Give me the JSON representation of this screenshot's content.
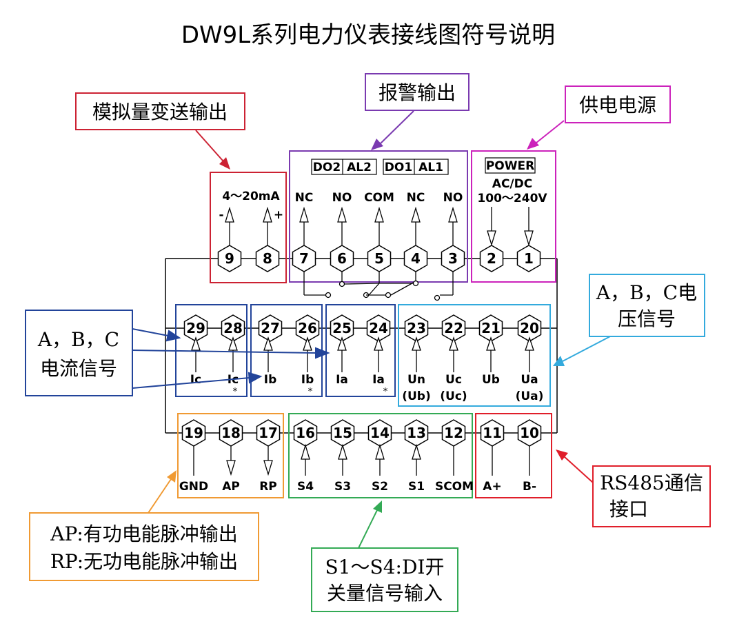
{
  "title": "DW9L系列电力仪表接线图符号说明",
  "colors": {
    "analog": "#cc2233",
    "alarm": "#7a3ab0",
    "power": "#cc22bb",
    "current": "#22449a",
    "voltage": "#33aadd",
    "pulse": "#f09a33",
    "di": "#33aa55",
    "rs485": "#e01e2a"
  },
  "callouts": {
    "analog_output": "模拟量变送输出",
    "alarm_output": "报警输出",
    "power_supply": "供电电源",
    "voltage_signal_1": "A，B，C电",
    "voltage_signal_2": "压信号",
    "current_signal_1": "A，B，C",
    "current_signal_2": "电流信号",
    "rs485_1": "RS485通信",
    "rs485_2": "接口",
    "pulse_1": "AP:有功电能脉冲输出",
    "pulse_2": "RP:无功电能脉冲输出",
    "di_1": "S1～S4:DI开",
    "di_2": "关量信号输入"
  },
  "boxes": {
    "do2": "DO2",
    "al2": "AL2",
    "do1": "DO1",
    "al1": "AL1",
    "power": "POWER",
    "acdc": "AC/DC",
    "voltage_range": "100～240V",
    "ma": "4～20mA",
    "minus": "-",
    "plus": "+"
  },
  "terminals": {
    "t9": "9",
    "t8": "8",
    "t7": "7",
    "t6": "6",
    "t5": "5",
    "t4": "4",
    "t3": "3",
    "t2": "2",
    "t1": "1",
    "t29": "29",
    "t28": "28",
    "t27": "27",
    "t26": "26",
    "t25": "25",
    "t24": "24",
    "t23": "23",
    "t22": "22",
    "t21": "21",
    "t20": "20",
    "t19": "19",
    "t18": "18",
    "t17": "17",
    "t16": "16",
    "t15": "15",
    "t14": "14",
    "t13": "13",
    "t12": "12",
    "t11": "11",
    "t10": "10"
  },
  "labels": {
    "nc7": "NC",
    "no6": "NO",
    "com5": "COM",
    "nc4": "NC",
    "no3": "NO",
    "ic29": "Ic",
    "ic28": "Ic",
    "ib27": "Ib",
    "ib26": "Ib",
    "ia25": "Ia",
    "ia24": "Ia",
    "un23": "Un",
    "un23b": "(Ub)",
    "uc22": "Uc",
    "uc22b": "(Uc)",
    "ub21": "Ub",
    "ua20": "Ua",
    "ua20b": "(Ua)",
    "star": "*",
    "gnd": "GND",
    "ap": "AP",
    "rp": "RP",
    "s4": "S4",
    "s3": "S3",
    "s2": "S2",
    "s1": "S1",
    "scom": "SCOM",
    "a_plus": "A+",
    "b_minus": "B-"
  }
}
